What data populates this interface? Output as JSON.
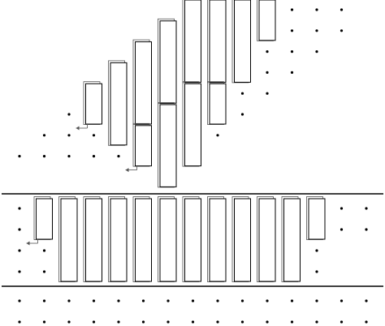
{
  "diagram": {
    "colors": {
      "background": "#ffffff",
      "dot": "#000000",
      "line": "#000000",
      "box": "#000000",
      "tail": "#555555"
    },
    "top_region": {
      "upper_columns": [
        {
          "col": 1,
          "row": 4,
          "count": 2,
          "arrow": true
        },
        {
          "col": 2,
          "row": 3,
          "count": 4
        },
        {
          "col": 3,
          "row": 2,
          "count": 4
        },
        {
          "col": 4,
          "row": 1,
          "count": 4
        },
        {
          "col": 5,
          "row": 0,
          "count": 4
        },
        {
          "col": 6,
          "row": 0,
          "count": 4
        },
        {
          "col": 7,
          "row": 0,
          "count": 4
        },
        {
          "col": 8,
          "row": 0,
          "count": 2
        }
      ],
      "lower_columns": [
        {
          "col": 3,
          "row": 6,
          "count": 2,
          "arrow": true
        },
        {
          "col": 4,
          "row": 5,
          "count": 4
        },
        {
          "col": 5,
          "row": 4,
          "count": 4
        },
        {
          "col": 6,
          "row": 4,
          "count": 2
        }
      ]
    },
    "middle_band": {
      "arrow_column": 1,
      "columns": [
        {
          "col": 1,
          "count": 2,
          "arrow": true
        },
        {
          "col": 2,
          "count": 4
        },
        {
          "col": 3,
          "count": 4
        },
        {
          "col": 4,
          "count": 4
        },
        {
          "col": 5,
          "count": 4
        },
        {
          "col": 6,
          "count": 4
        },
        {
          "col": 7,
          "count": 4
        },
        {
          "col": 8,
          "count": 4
        },
        {
          "col": 9,
          "count": 4
        },
        {
          "col": 10,
          "count": 4
        },
        {
          "col": 11,
          "count": 4
        },
        {
          "col": 12,
          "count": 2
        }
      ]
    }
  }
}
